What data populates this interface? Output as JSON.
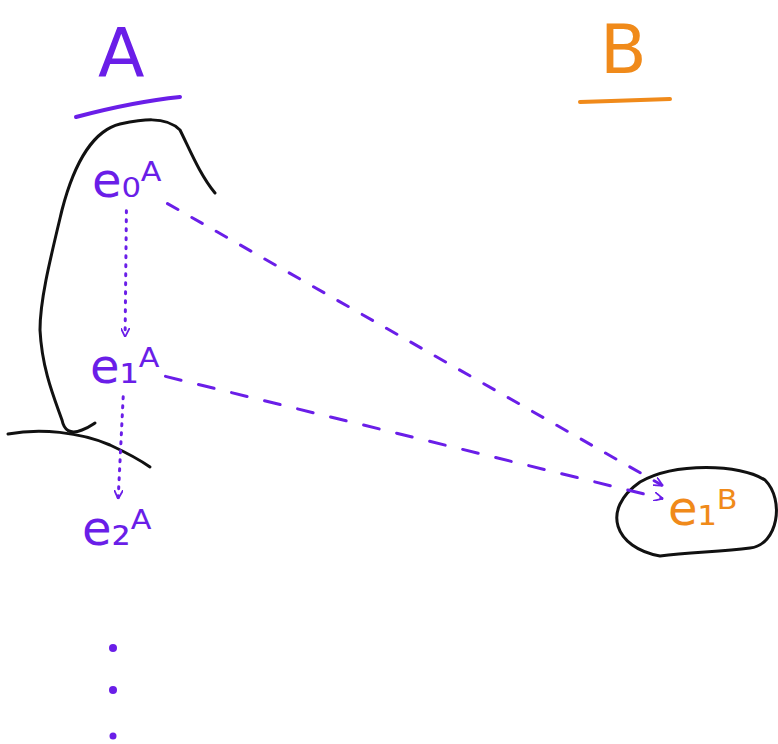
{
  "diagram": {
    "nodes": [
      {
        "text": [
          "e₀ᴬ"
        ]
      },
      {
        "text": [
          "e₁ᴬ"
        ]
      },
      {
        "text": [
          "e₂ᴬ"
        ]
      },
      {
        "text": [
          "e₁ᴮ"
        ]
      }
    ],
    "edges": [
      {
        "from": 0,
        "to": 1,
        "arrow": "to"
      },
      {
        "from": 1,
        "to": 2,
        "arrow": "to"
      },
      {
        "from": 0,
        "to": 3,
        "arrow": "to"
      },
      {
        "from": 1,
        "to": 3,
        "arrow": "to"
      }
    ],
    "labels": [
      "A",
      "B"
    ]
  }
}
